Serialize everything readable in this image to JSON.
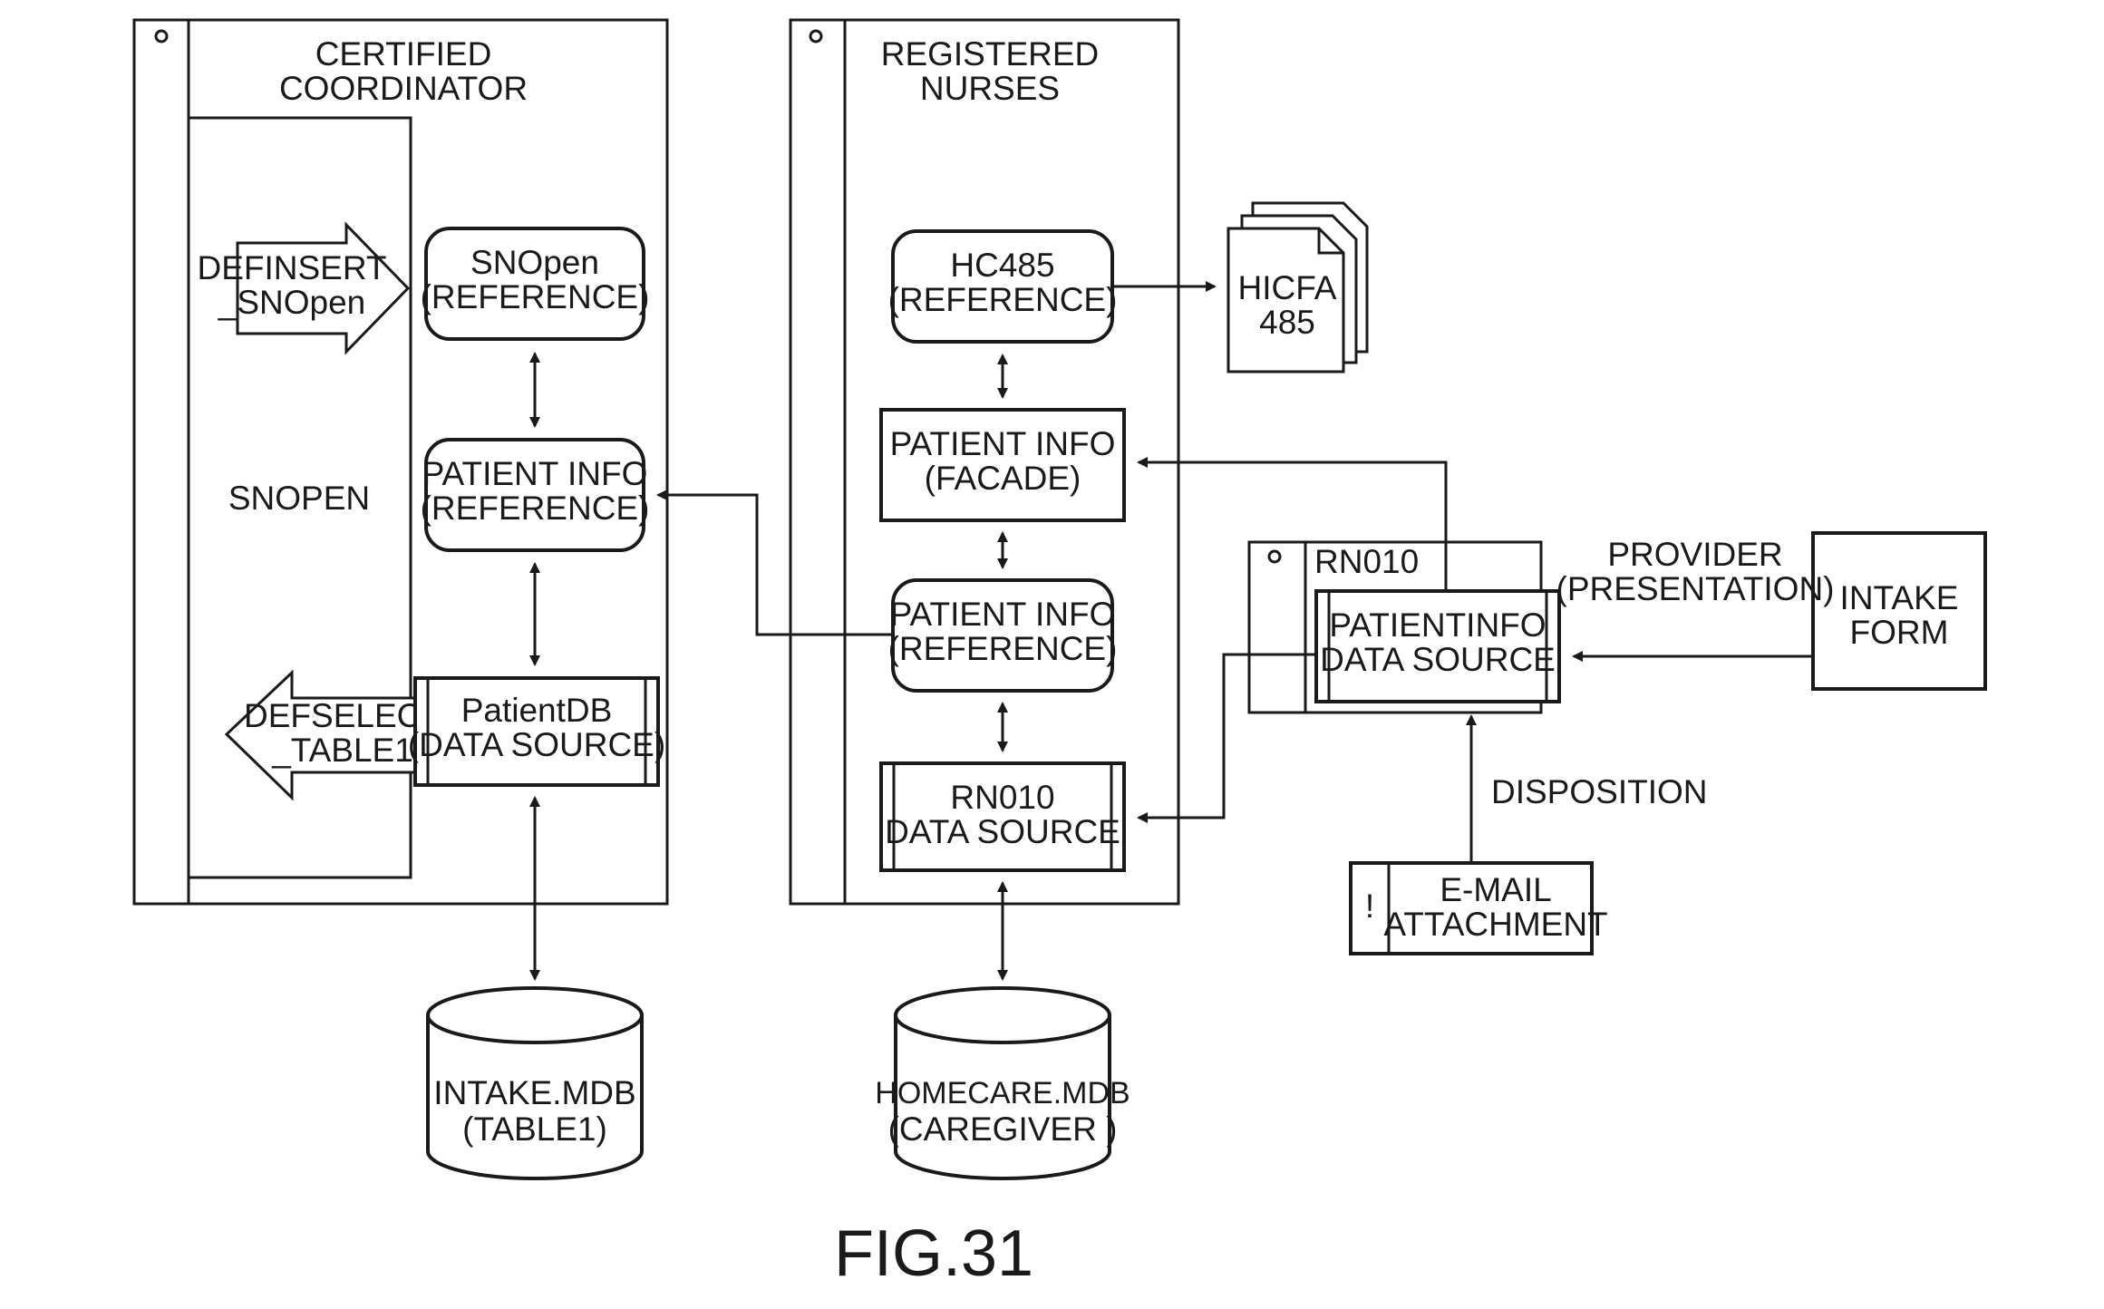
{
  "lanes": {
    "coordinator": {
      "title_line1": "CERTIFIED",
      "title_line2": "COORDINATOR"
    },
    "nurses": {
      "title_line1": "REGISTERED",
      "title_line2": "NURSES"
    }
  },
  "snopen_area": {
    "label": "SNOPEN"
  },
  "nodes": {
    "definsert": {
      "line1": "DEFINSERT",
      "line2": "_SNOpen"
    },
    "defselect": {
      "line1": "DEFSELECT",
      "line2": "_TABLE1"
    },
    "snopen_ref": {
      "line1": "SNOpen",
      "line2": "(REFERENCE)"
    },
    "patient_info_ref_left": {
      "line1": "PATIENT INFO",
      "line2": "(REFERENCE)"
    },
    "patientdb": {
      "line1": "PatientDB",
      "line2": "(DATA SOURCE)"
    },
    "intake_mdb": {
      "line1": "INTAKE.MDB",
      "line2": "(TABLE1)"
    },
    "hc485_ref": {
      "line1": "HC485",
      "line2": "(REFERENCE)"
    },
    "hicfa485": {
      "line1": "HICFA",
      "line2": "485"
    },
    "patient_info_facade": {
      "line1": "PATIENT INFO",
      "line2": "(FACADE)"
    },
    "patient_info_ref_mid": {
      "line1": "PATIENT INFO",
      "line2": "(REFERENCE)"
    },
    "rn010_ds": {
      "line1": "RN010",
      "line2": "DATA SOURCE"
    },
    "homecare_mdb": {
      "line1": "HOMECARE.MDB",
      "line2": "(CAREGIVER )"
    },
    "rn010_frame": {
      "title": "RN010"
    },
    "patientinfo_ds": {
      "line1": "PATIENTINFO",
      "line2": "DATA SOURCE"
    },
    "intake_form": {
      "line1": "INTAKE",
      "line2": "FORM"
    },
    "email": {
      "icon": "!",
      "line1": "E-MAIL",
      "line2": "ATTACHMENT"
    }
  },
  "connections": {
    "provider": {
      "line1": "PROVIDER",
      "line2": "(PRESENTATION)"
    },
    "disposition": {
      "label": "DISPOSITION"
    }
  },
  "figure_label": "FIG.31",
  "colors": {
    "line": "#1a1a1a",
    "background": "#ffffff"
  }
}
